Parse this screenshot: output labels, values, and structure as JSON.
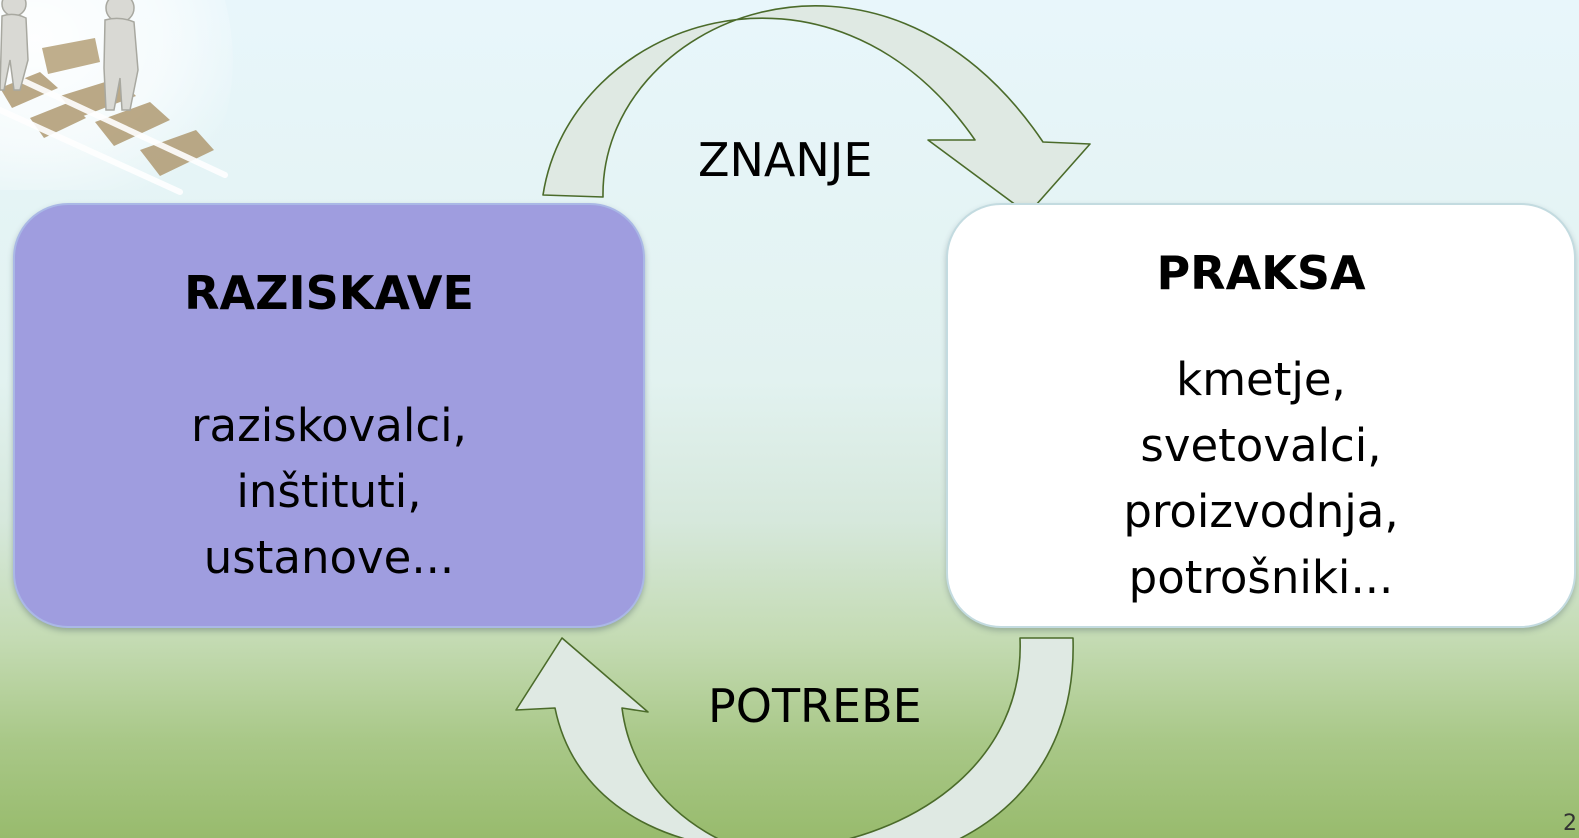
{
  "diagram": {
    "research": {
      "title": "RAZISKAVE",
      "items": [
        "raziskovalci,",
        "inštituti,",
        "ustanove..."
      ],
      "fill_color": "#9f9ddf"
    },
    "practice": {
      "title": "PRAKSA",
      "items": [
        "kmetje,",
        "svetovalci,",
        "proizvodnja,",
        "potrošniki..."
      ],
      "fill_color": "#ffffff"
    },
    "flows": {
      "knowledge": {
        "label": "ZNANJE",
        "from": "research",
        "to": "practice"
      },
      "needs": {
        "label": "POTREBE",
        "from": "practice",
        "to": "research"
      }
    },
    "arrow_fill_color": "#dfe9e3",
    "arrow_stroke_color": "#4b6b2a"
  },
  "page_number": "2"
}
